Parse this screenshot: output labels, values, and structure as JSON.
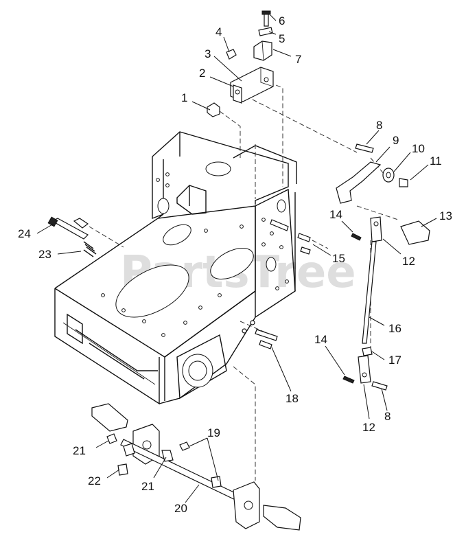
{
  "watermark": "PartsTree",
  "callouts": [
    {
      "id": "c1",
      "label": "1"
    },
    {
      "id": "c2",
      "label": "2"
    },
    {
      "id": "c3",
      "label": "3"
    },
    {
      "id": "c4",
      "label": "4"
    },
    {
      "id": "c5",
      "label": "5"
    },
    {
      "id": "c6",
      "label": "6"
    },
    {
      "id": "c7",
      "label": "7"
    },
    {
      "id": "c8a",
      "label": "8"
    },
    {
      "id": "c8b",
      "label": "8"
    },
    {
      "id": "c9",
      "label": "9"
    },
    {
      "id": "c10",
      "label": "10"
    },
    {
      "id": "c11",
      "label": "11"
    },
    {
      "id": "c12a",
      "label": "12"
    },
    {
      "id": "c12b",
      "label": "12"
    },
    {
      "id": "c13",
      "label": "13"
    },
    {
      "id": "c14a",
      "label": "14"
    },
    {
      "id": "c14b",
      "label": "14"
    },
    {
      "id": "c15",
      "label": "15"
    },
    {
      "id": "c16",
      "label": "16"
    },
    {
      "id": "c17",
      "label": "17"
    },
    {
      "id": "c18",
      "label": "18"
    },
    {
      "id": "c19",
      "label": "19"
    },
    {
      "id": "c20",
      "label": "20"
    },
    {
      "id": "c21a",
      "label": "21"
    },
    {
      "id": "c21b",
      "label": "21"
    },
    {
      "id": "c22",
      "label": "22"
    },
    {
      "id": "c23",
      "label": "23"
    },
    {
      "id": "c24",
      "label": "24"
    }
  ]
}
